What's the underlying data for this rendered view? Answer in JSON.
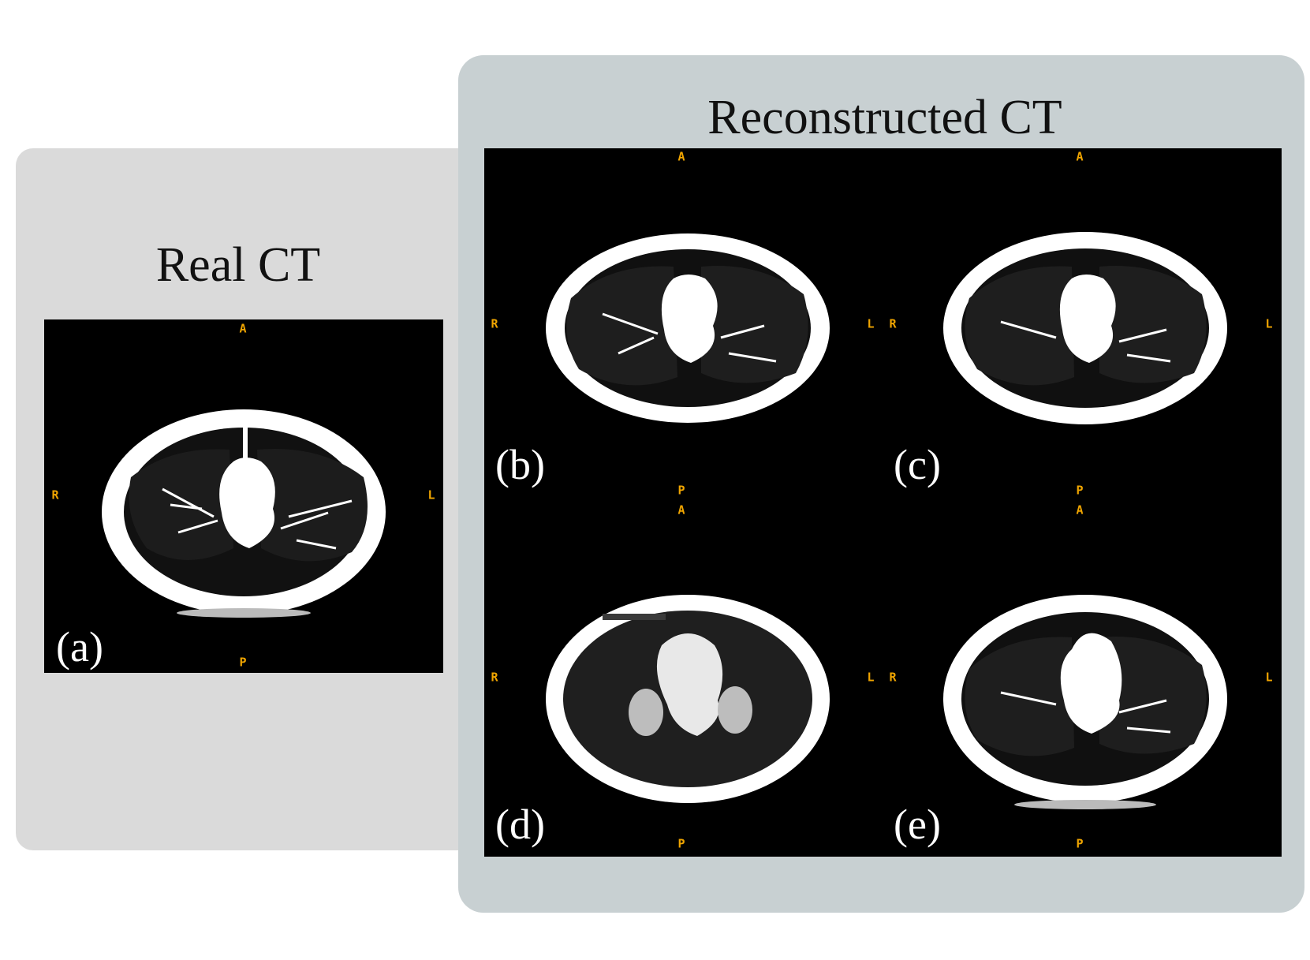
{
  "headings": {
    "real": "Real CT",
    "reconstructed": "Reconstructed CT"
  },
  "orientation": {
    "anterior": "A",
    "posterior": "P",
    "right": "R",
    "left": "L"
  },
  "panels": [
    {
      "id": "a",
      "label": "(a)"
    },
    {
      "id": "b",
      "label": "(b)"
    },
    {
      "id": "c",
      "label": "(c)"
    },
    {
      "id": "d",
      "label": "(d)"
    },
    {
      "id": "e",
      "label": "(e)"
    }
  ],
  "colors": {
    "left_panel_bg": "#dadada",
    "right_panel_bg": "#c8d0d2",
    "orientation_marker": "#f0a500",
    "scan_background": "#000000"
  }
}
